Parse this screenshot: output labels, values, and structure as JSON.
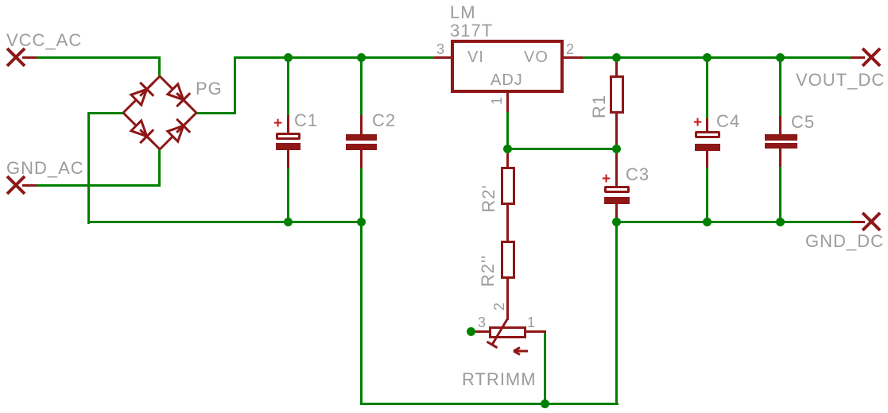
{
  "colors": {
    "wire_green": "#008000",
    "symbol_maroon": "#8e1717",
    "label_gray": "#9c9c9c",
    "polarity_red": "#c42020",
    "background": "#ffffff"
  },
  "terminals": {
    "vcc_ac": {
      "label": "VCC_AC"
    },
    "gnd_ac": {
      "label": "GND_AC"
    },
    "vout_dc": {
      "label": "VOUT_DC"
    },
    "gnd_dc": {
      "label": "GND_DC"
    }
  },
  "components": {
    "bridge": {
      "ref": "PG",
      "type": "bridge-rectifier"
    },
    "regulator": {
      "ref_line1": "LM",
      "ref_line2": "317T",
      "pin_vi": "VI",
      "pin_vo": "VO",
      "pin_adj": "ADJ",
      "num_vi": "3",
      "num_vo": "2",
      "num_adj": "1"
    },
    "c1": {
      "ref": "C1",
      "polarity": "+"
    },
    "c2": {
      "ref": "C2"
    },
    "c3": {
      "ref": "C3",
      "polarity": "+"
    },
    "c4": {
      "ref": "C4",
      "polarity": "+"
    },
    "c5": {
      "ref": "C5"
    },
    "r1": {
      "ref": "R1"
    },
    "r2a": {
      "ref": "R2'"
    },
    "r2b": {
      "ref": "R2''"
    },
    "trimmer": {
      "ref": "RTRIMM",
      "num_1": "1",
      "num_2": "2",
      "num_3": "3"
    }
  }
}
